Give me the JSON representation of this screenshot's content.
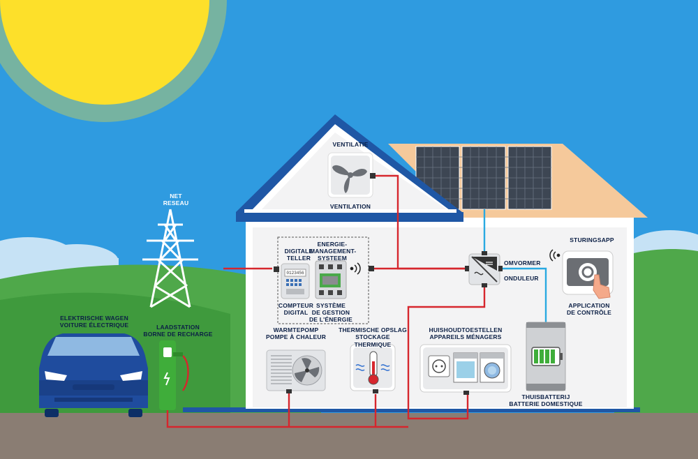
{
  "labels": {
    "net_nl": "NET",
    "net_fr": "RESEAU",
    "ventilation_nl": "VENTILATIE",
    "ventilation_fr": "VENTILATION",
    "meter_nl_1": "DIGITALE",
    "meter_nl_2": "TELLER",
    "meter_fr_1": "COMPTEUR",
    "meter_fr_2": "DIGITAL",
    "ems_nl_1": "ENERGIE-",
    "ems_nl_2": "MANAGEMENT-",
    "ems_nl_3": "SYSTEEM",
    "ems_fr_1": "SYSTÈME",
    "ems_fr_2": "DE GESTION",
    "ems_fr_3": "DE L'ÉNERGIE",
    "inverter_nl": "OMVORMER",
    "inverter_fr": "ONDULEUR",
    "app_nl": "STURINGSAPP",
    "app_fr_1": "APPLICATION",
    "app_fr_2": "DE CONTRÔLE",
    "car_nl": "ELEKTRISCHE WAGEN",
    "car_fr": "VOITURE ÉLECTRIQUE",
    "charger_nl": "LAADSTATION",
    "charger_fr": "BORNE DE RECHARGE",
    "heatpump_nl": "WARMTEPOMP",
    "heatpump_fr": "POMPE À CHALEUR",
    "thermal_nl": "THERMISCHE OPSLAG",
    "thermal_fr": "STOCKAGE THERMIQUE",
    "appliances_nl": "HUISHOUDTOESTELLEN",
    "appliances_fr": "APPAREILS MÉNAGERS",
    "battery_nl": "THUISBATTERIJ",
    "battery_fr": "BATTERIE DOMESTIQUE"
  },
  "meter_display": "0123456",
  "colors": {
    "sky": "#2f9be0",
    "sun": "#fde02a",
    "grass": "#4fa84a",
    "ground": "#8a7d73",
    "house_wall": "#ffffff",
    "roof_outline": "#1f57a5",
    "roof_tiles": "#f5c99b",
    "solar_panel": "#3d4653",
    "cable_ac": "#d6262d",
    "cable_dc": "#29a9e1",
    "car": "#1f4c9e",
    "charger": "#3fad3a",
    "label_text": "#0b1f45"
  },
  "icons": [
    "sun-icon",
    "pylon-icon",
    "fan-icon",
    "solar-panel-icon",
    "meter-icon",
    "ems-icon",
    "wifi-icon",
    "inverter-icon",
    "tablet-icon",
    "hand-icon",
    "car-icon",
    "charger-icon",
    "heatpump-icon",
    "thermometer-icon",
    "socket-icon",
    "dishwasher-icon",
    "washing-machine-icon",
    "battery-icon"
  ]
}
